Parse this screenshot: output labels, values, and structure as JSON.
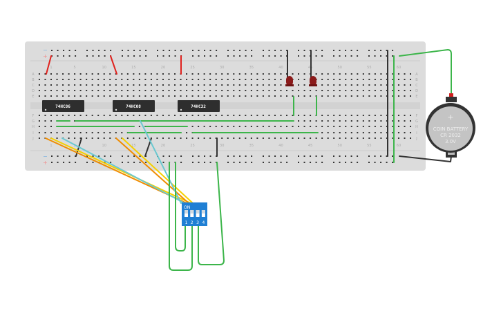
{
  "breadboard": {
    "column_labels": [
      "1",
      "5",
      "10",
      "15",
      "20",
      "25",
      "30",
      "35",
      "40",
      "45",
      "50",
      "55",
      "60"
    ],
    "row_labels_top": [
      "A",
      "B",
      "C",
      "D",
      "E"
    ],
    "row_labels_bottom": [
      "F",
      "G",
      "H",
      "I",
      "J"
    ],
    "rail_minus": "−",
    "rail_plus": "+"
  },
  "chips": [
    {
      "label": "74HC86"
    },
    {
      "label": "74HC08"
    },
    {
      "label": "74HC32"
    }
  ],
  "battery": {
    "line1": "COIN BATTERY",
    "line2": "CR 2032",
    "line3": "3.0V",
    "plus": "+"
  },
  "dip_switch": {
    "on_label": "ON",
    "switches": [
      "1",
      "2",
      "3",
      "4"
    ]
  },
  "colors": {
    "board": "#dcdcdc",
    "red": "#e0201c",
    "green": "#3cb54a",
    "black": "#333333",
    "orange": "#f08c00",
    "yellow": "#f5d000",
    "cyan": "#6cc8d0",
    "dip": "#1f7fd4"
  }
}
